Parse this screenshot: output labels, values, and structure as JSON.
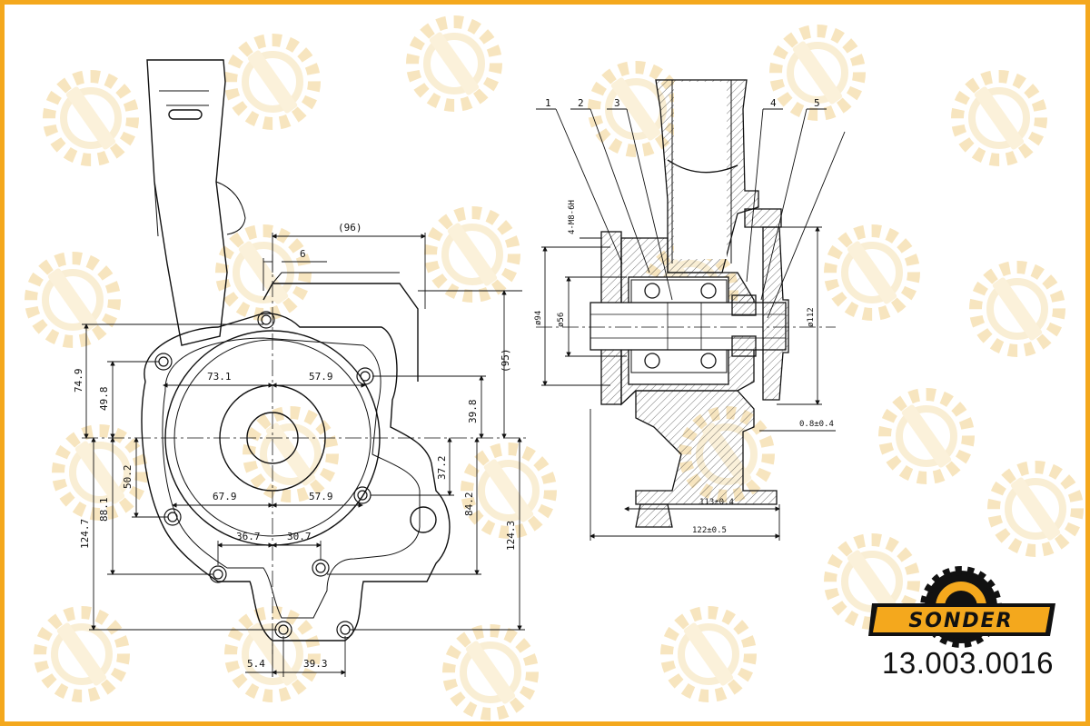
{
  "brand": {
    "name": "SONDER",
    "color": "#f4a81d"
  },
  "part_number": "13.003.0016",
  "front_view": {
    "dims": {
      "d96": "(96)",
      "d6": "6",
      "d95": "(95)",
      "d73_1": "73.1",
      "d57_9a": "57.9",
      "d39_8": "39.8",
      "d74_9": "74.9",
      "d49_8": "49.8",
      "d50_2": "50.2",
      "d37_2": "37.2",
      "d84_2": "84.2",
      "d67_9": "67.9",
      "d57_9b": "57.9",
      "d88_1": "88.1",
      "d124_7": "124.7",
      "d124_3": "124.3",
      "d36_7": "36.7",
      "d30_7": "30.7",
      "d5_4": "5.4",
      "d39_3": "39.3"
    }
  },
  "section_view": {
    "callouts": [
      "1",
      "2",
      "3",
      "4",
      "5"
    ],
    "dims": {
      "bolts": "4-M8-6H",
      "phi94": "ø94",
      "phi56": "ø56",
      "phi112": "ø112",
      "gap": "0.8±0.4",
      "d113": "113±0.4",
      "d122": "122±0.5"
    }
  }
}
